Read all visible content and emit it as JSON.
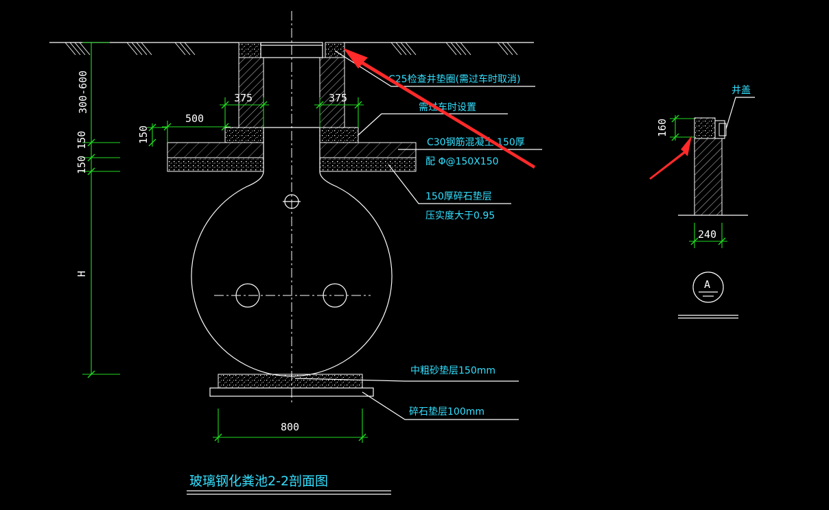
{
  "drawing": {
    "title": "玻璃钢化粪池2-2剖面图",
    "dims": {
      "d375_left": "375",
      "d375_right": "375",
      "d500": "500",
      "d150_slab": "150",
      "d300_600": "300-600",
      "d150_150": "150 150",
      "dH": "H",
      "d800": "800",
      "d160": "160",
      "d240": "240"
    },
    "notes": {
      "c25_ring": "C25检查井垫圈(需过车时取消)",
      "traffic": "需过车时设置",
      "c30_slab": "C30钢筋混凝土 150厚",
      "rebar": "配 Φ@150X150",
      "gravel_150": "150厚碎石垫层",
      "compaction": "压实度大于0.95",
      "sand_layer": "中粗砂垫层150mm",
      "gravel_100": "碎石垫层100mm",
      "cover": "井盖"
    },
    "detail_mark": "A",
    "colors": {
      "background": "#000000",
      "lines": "#ffffff",
      "dimensions": "#22dd22",
      "annotation_text": "#33e0ff",
      "highlight_arrow": "#ff2a2a"
    }
  }
}
